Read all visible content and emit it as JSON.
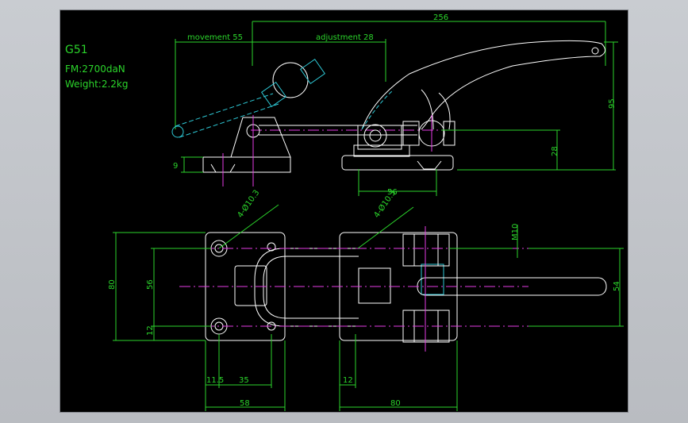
{
  "drawing": {
    "model": "G51",
    "force": "FM:2700daN",
    "weight": "Weight:2.2kg"
  },
  "dimensions": {
    "overall_length": "256",
    "movement": "movement 55",
    "adjustment": "adjustment 28",
    "height_95": "95",
    "height_28": "28",
    "base_9": "9",
    "base_56": "56",
    "hole_left": "4-Ø10.3",
    "hole_right": "4-Ø10.3",
    "thread": "M10",
    "plan_80": "80",
    "plan_56": "56",
    "plan_12_left": "12",
    "plan_54": "54",
    "plan_11_5": "11.5",
    "plan_35": "35",
    "plan_12_bottom": "12",
    "plan_58": "58",
    "plan_80_bottom": "80"
  },
  "colors": {
    "dimension": "#2bd52b",
    "outline": "#ffffff",
    "hidden": "#2ec9d6",
    "centerline": "#e33de3",
    "background": "#000000"
  }
}
